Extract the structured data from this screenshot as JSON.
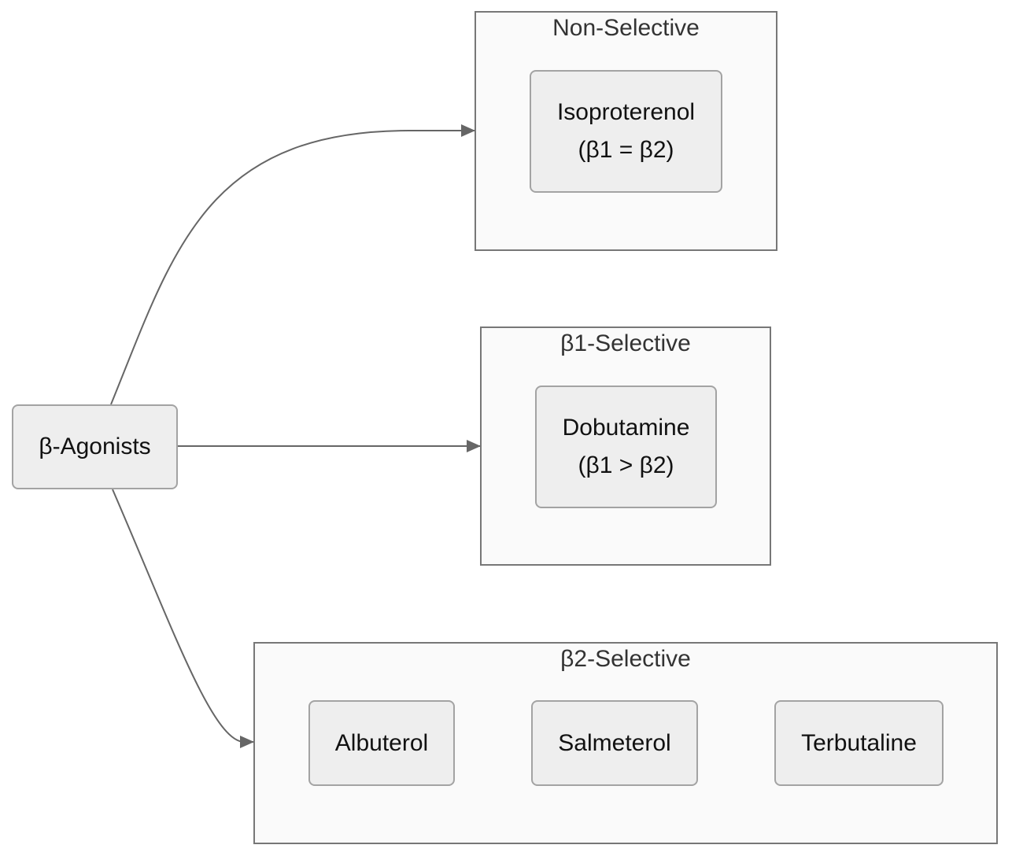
{
  "colors": {
    "edge": "#666666",
    "group_fill": "#fafafa",
    "group_border": "#777777",
    "node_fill": "#eeeeee",
    "node_border": "#a3a3a3"
  },
  "root": {
    "label": "β-Agonists"
  },
  "groups": {
    "non_selective": {
      "title": "Non-Selective",
      "nodes": [
        {
          "line1": "Isoproterenol",
          "line2": "(β1 = β2)"
        }
      ]
    },
    "beta1_selective": {
      "title": "β1-Selective",
      "nodes": [
        {
          "line1": "Dobutamine",
          "line2": "(β1 > β2)"
        }
      ]
    },
    "beta2_selective": {
      "title": "β2-Selective",
      "nodes": [
        {
          "label": "Albuterol"
        },
        {
          "label": "Salmeterol"
        },
        {
          "label": "Terbutaline"
        }
      ]
    }
  }
}
